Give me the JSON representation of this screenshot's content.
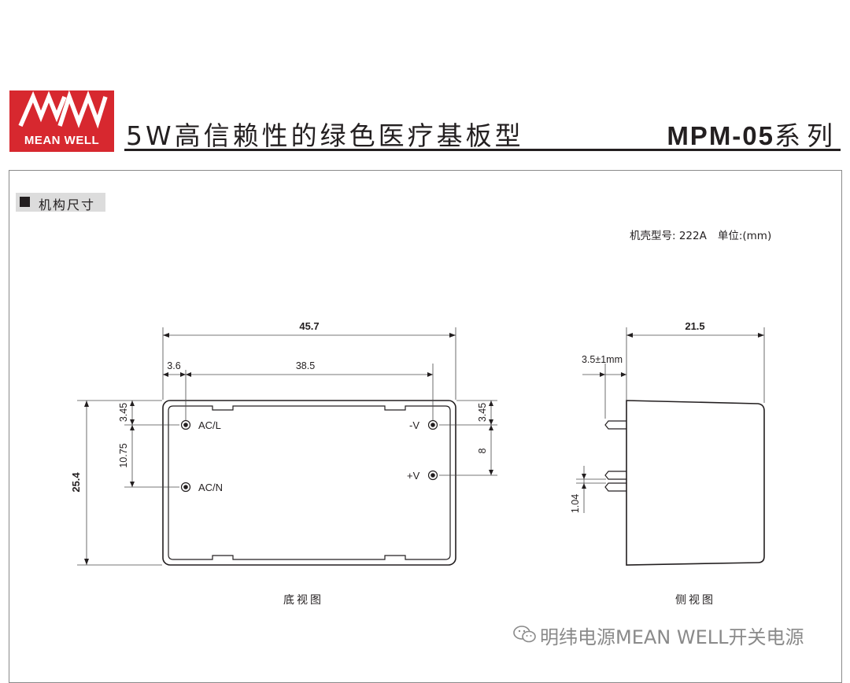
{
  "header": {
    "logo_text": "MEAN WELL",
    "logo_mark": "MW",
    "title": "5W高信赖性的绿色医疗基板型",
    "series_model": "MPM-05",
    "series_suffix": "系列"
  },
  "section": {
    "label": "机构尺寸",
    "case_label": "机壳型号: 222A",
    "unit_label": "单位:(mm)"
  },
  "bottom_view": {
    "caption": "底视图",
    "dims": {
      "width": "45.7",
      "pin_offset_x": "3.6",
      "pin_spacing_x": "38.5",
      "height": "25.4",
      "top_offset": "3.45",
      "left_pin_spacing": "10.75",
      "right_top_offset": "3.45",
      "right_pin_spacing": "8"
    },
    "pins": {
      "acl": "AC/L",
      "acn": "AC/N",
      "neg": "-V",
      "pos": "+V"
    }
  },
  "side_view": {
    "caption": "侧视图",
    "dims": {
      "width": "21.5",
      "pin_length": "3.5±1mm",
      "pin_diameter": "1.04"
    }
  },
  "watermark": {
    "text": "明纬电源MEAN WELL开关电源"
  },
  "colors": {
    "brand_red": "#d7282f",
    "line": "#231f20",
    "dim_line": "#4a4a4a",
    "tab_gray": "#dcdcdc",
    "watermark": "#8a8a8a"
  }
}
